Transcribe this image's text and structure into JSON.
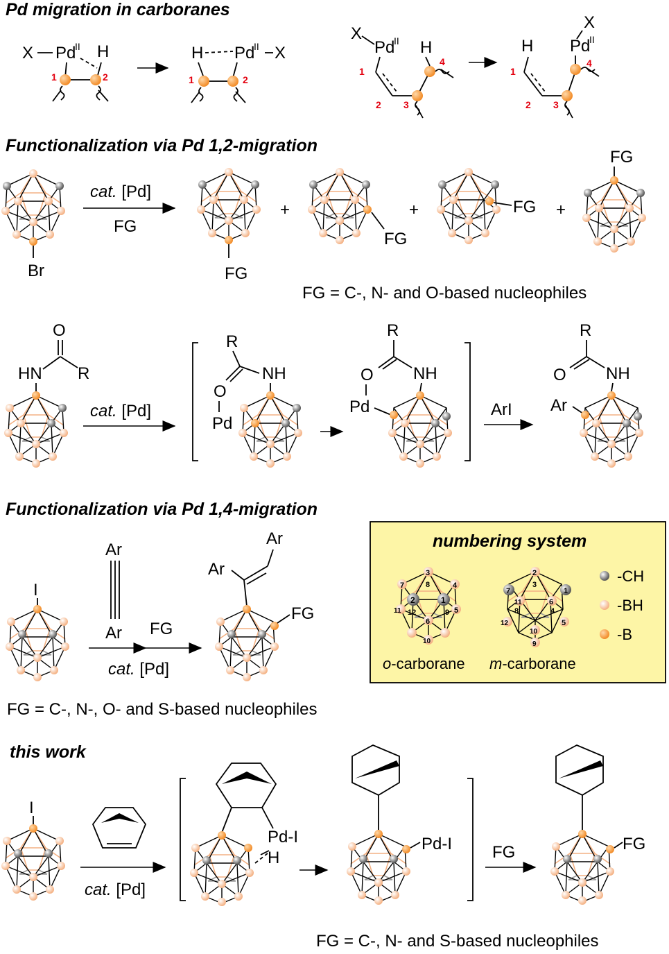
{
  "headings": {
    "migration": "Pd migration in carboranes",
    "func12": "Functionalization via Pd 1,2-migration",
    "func14": "Functionalization via Pd 1,4-migration",
    "this_work": "this work"
  },
  "migration_panel": {
    "X": "X",
    "Pd": "Pd",
    "Pd_ox": "II",
    "H": "H",
    "n1": "1",
    "n2": "2",
    "n3": "3",
    "n4": "4"
  },
  "func12_panel": {
    "reagent_cat": "cat.",
    "reagent_pd": " [Pd]",
    "reagent_fg": "FG",
    "Br": "Br",
    "FG": "FG",
    "plus": "+",
    "footnote": "FG = C-, N- and O-based nucleophiles"
  },
  "amide_panel": {
    "O": "O",
    "HN": "HN",
    "NH": "NH",
    "R": "R",
    "Pd": "Pd",
    "ArI": "ArI",
    "Ar": "Ar",
    "cat": "cat.",
    "pd": " [Pd]"
  },
  "func14_panel": {
    "I": "I",
    "Ar": "Ar",
    "FG": "FG",
    "cat": "cat.",
    "pd": " [Pd]",
    "footnote": "FG = C-, N-, O- and S-based nucleophiles"
  },
  "numbering_box": {
    "title": "numbering system",
    "o_label_italic": "o",
    "m_label_italic": "m",
    "cage_label_suffix": "-carborane",
    "legend": [
      {
        "label": "-CH",
        "color": "#7f7f7f"
      },
      {
        "label": "-BH",
        "color": "#f4b183"
      },
      {
        "label": "-B",
        "color": "#f28c28"
      }
    ],
    "o_numbers": [
      "1",
      "2",
      "3",
      "4",
      "5",
      "6",
      "7",
      "8",
      "9",
      "10",
      "11",
      "12"
    ],
    "m_numbers": [
      "1",
      "2",
      "3",
      "4",
      "5",
      "6",
      "7",
      "8",
      "9",
      "10",
      "11",
      "12"
    ],
    "background": "#fdf5a6"
  },
  "this_work_panel": {
    "I": "I",
    "PdI": "Pd-I",
    "H": "H",
    "FG": "FG",
    "cat": "cat.",
    "pd": " [Pd]",
    "footnote": "FG = C-, N- and S-based nucleophiles"
  },
  "colors": {
    "boron_b": "#f28c28",
    "boron_bh": "#f4b183",
    "carbon_ch": "#7f7f7f",
    "number_red": "#e3000f"
  }
}
